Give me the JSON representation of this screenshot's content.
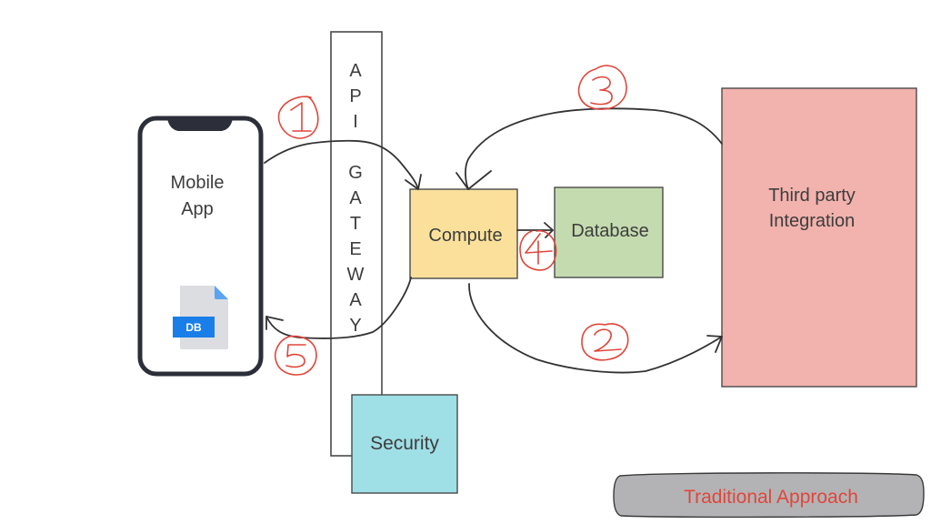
{
  "diagram": {
    "mobile_app": {
      "label_line1": "Mobile",
      "label_line2": "App",
      "file_badge": "DB",
      "icon": "db-file-icon"
    },
    "api_gateway": {
      "letters": [
        "A",
        "P",
        "I",
        "G",
        "A",
        "T",
        "E",
        "W",
        "A",
        "Y"
      ],
      "label": "API GATEWAY"
    },
    "compute": {
      "label": "Compute",
      "color": "#fbe09b"
    },
    "database": {
      "label": "Database",
      "color": "#c4dbb0"
    },
    "third_party": {
      "label_line1": "Third party",
      "label_line2": "Integration",
      "color": "#f2b2ad"
    },
    "security": {
      "label": "Security",
      "color": "#9fdfe6"
    },
    "caption": {
      "label": "Traditional Approach",
      "text_color": "#e0463b",
      "bg_color": "#b3b3b5"
    },
    "steps": [
      {
        "number": "1",
        "from": "Mobile App",
        "to": "Compute",
        "via": "API GATEWAY"
      },
      {
        "number": "2",
        "from": "Compute",
        "to": "Third party Integration"
      },
      {
        "number": "3",
        "from": "Third party Integration",
        "to": "Compute"
      },
      {
        "number": "4",
        "from": "Compute",
        "to": "Database"
      },
      {
        "number": "5",
        "from": "Compute",
        "to": "Mobile App",
        "via": "API GATEWAY"
      }
    ],
    "colors": {
      "stroke": "#333333",
      "step_marker": "#e0463b",
      "text": "#3d3d3d"
    }
  }
}
